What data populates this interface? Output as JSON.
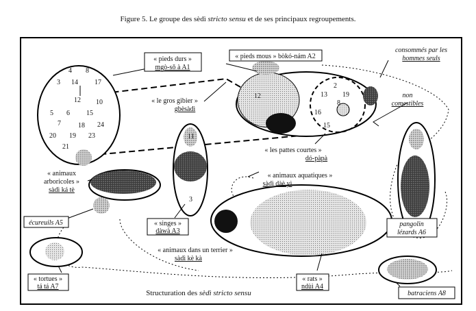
{
  "figure": {
    "title_prefix": "Figure 5. Le groupe des sèdì ",
    "title_italic": "stricto sensu",
    "title_suffix": " et de ses principaux regroupements.",
    "caption_prefix": "Structuration des ",
    "caption_sedi": "sèdì",
    "caption_italic": " stricto sensu"
  },
  "labels": {
    "pieds_durs_l1": "« pieds durs »",
    "pieds_durs_l2": "mgò-sǒ à A1",
    "pieds_mous": "« pieds mous » bòkó-nám A2",
    "consommes_l1": "consommés par les",
    "consommes_l2": "hommes seuls",
    "non_comestibles_l1": "non",
    "non_comestibles_l2": "comestibles",
    "gros_gibier_l1": "« le gros gibier »",
    "gros_gibier_l2": "gbèsàdì",
    "pattes_courtes_l1": "« les pattes courtes »",
    "pattes_courtes_l2": "dó-pàpà",
    "aquatiques_l1": "« animaux aquatiques »",
    "aquatiques_l2": "sàdì dàè yì",
    "arboricoles_l1": "« animaux",
    "arboricoles_l2": "arboricoles »",
    "arboricoles_l3": "sàdì ká tè",
    "ecureuils": "écureuils A5",
    "singes_l1": "« singes »",
    "singes_l2": "dàwà A3",
    "terrier_l1": "« animaux dans un terrier »",
    "terrier_l2": "sàdì kè kà",
    "tortues_l1": "« tortues »",
    "tortues_l2": "tá tá A7",
    "rats_l1": "« rats »",
    "rats_l2": "ndùì A4",
    "pangolin_l1": "pangolin",
    "pangolin_l2": "lézards A6",
    "batraciens": "batraciens A8"
  },
  "numbers": {
    "left_ellipse": [
      "4",
      "8",
      "3",
      "14",
      "17",
      "12",
      "10",
      "5",
      "6",
      "15",
      "7",
      "18",
      "24",
      "20",
      "19",
      "23",
      "21"
    ],
    "top_right": [
      "2",
      "13",
      "19",
      "16",
      "8",
      "15"
    ],
    "small": [
      "12",
      "11",
      "3"
    ]
  }
}
